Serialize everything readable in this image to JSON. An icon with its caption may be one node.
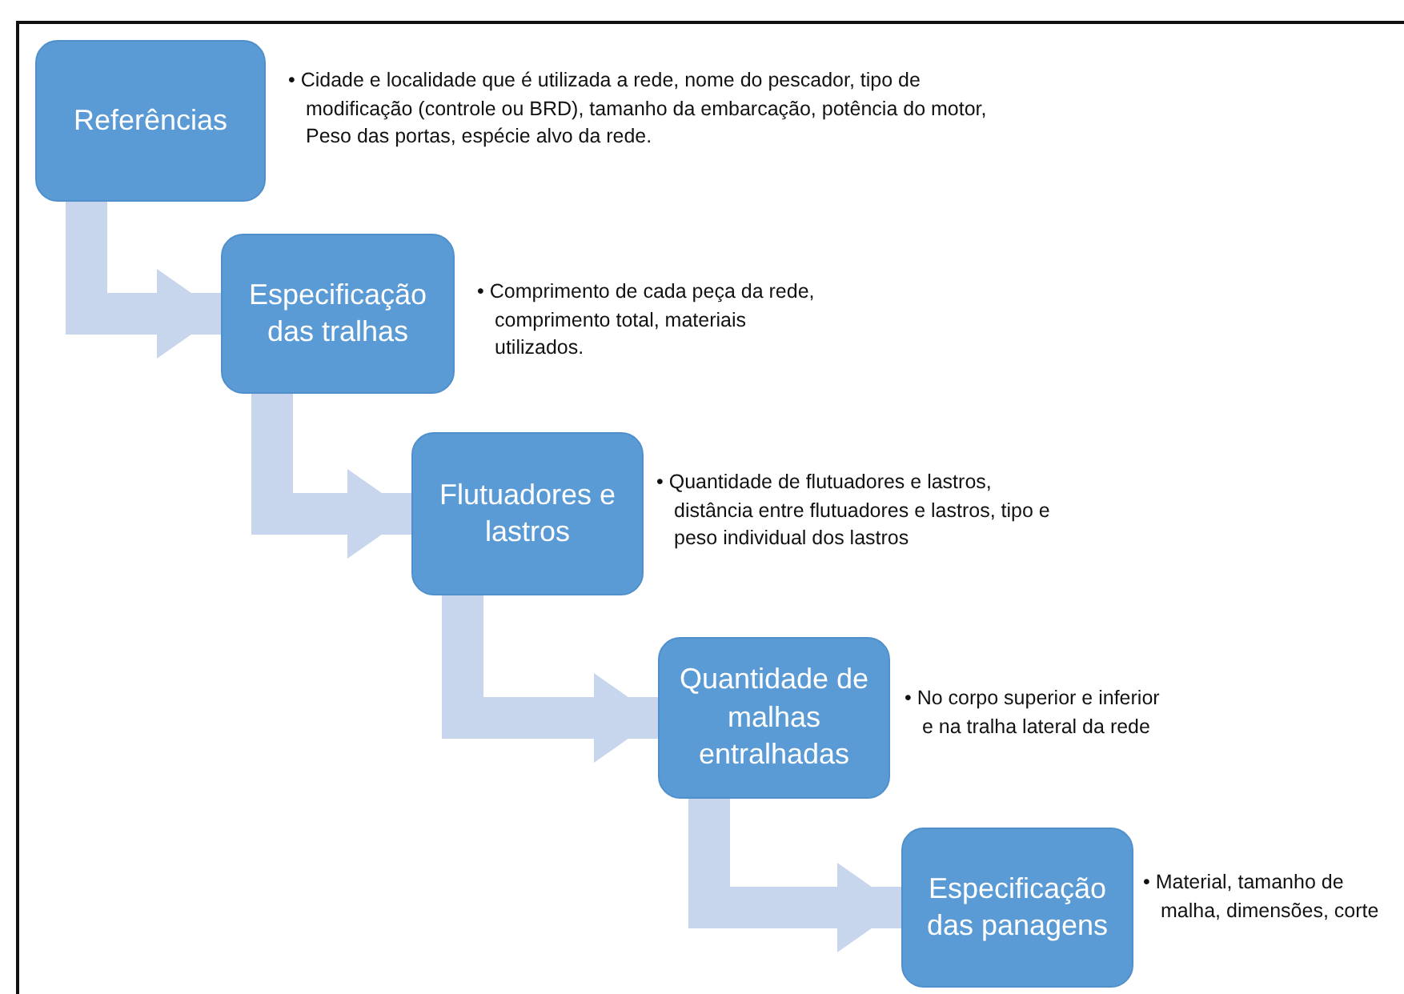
{
  "diagram": {
    "nodes": [
      {
        "text": [
          "Referências"
        ],
        "beside": [
          "• Cidade e localidade que é utilizada a rede, nome do pescador, tipo de modificação (controle ou BRD), tamanho da embarcação, potência do motor, Peso das portas, espécie alvo da rede."
        ]
      },
      {
        "text": [
          "Especificação das tralhas"
        ],
        "beside": [
          "• Comprimento de cada peça da rede, comprimento total, materiais utilizados."
        ]
      },
      {
        "text": [
          "Flutuadores e lastros"
        ],
        "beside": [
          "• Quantidade de flutuadores e lastros, distância entre flutuadores e lastros, tipo e peso individual dos lastros"
        ]
      },
      {
        "text": [
          "Quantidade de malhas entralhadas"
        ],
        "beside": [
          "• No corpo superior e inferior e na tralha lateral da rede"
        ]
      },
      {
        "text": [
          "Especificação das panagens"
        ],
        "beside": [
          "• Material, tamanho de malha, dimensões, corte"
        ]
      }
    ],
    "edges": [
      {
        "from": 0,
        "to": 1,
        "arrow": "to"
      },
      {
        "from": 1,
        "to": 2,
        "arrow": "to"
      },
      {
        "from": 2,
        "to": 3,
        "arrow": "to"
      },
      {
        "from": 3,
        "to": 4,
        "arrow": "to"
      }
    ]
  }
}
